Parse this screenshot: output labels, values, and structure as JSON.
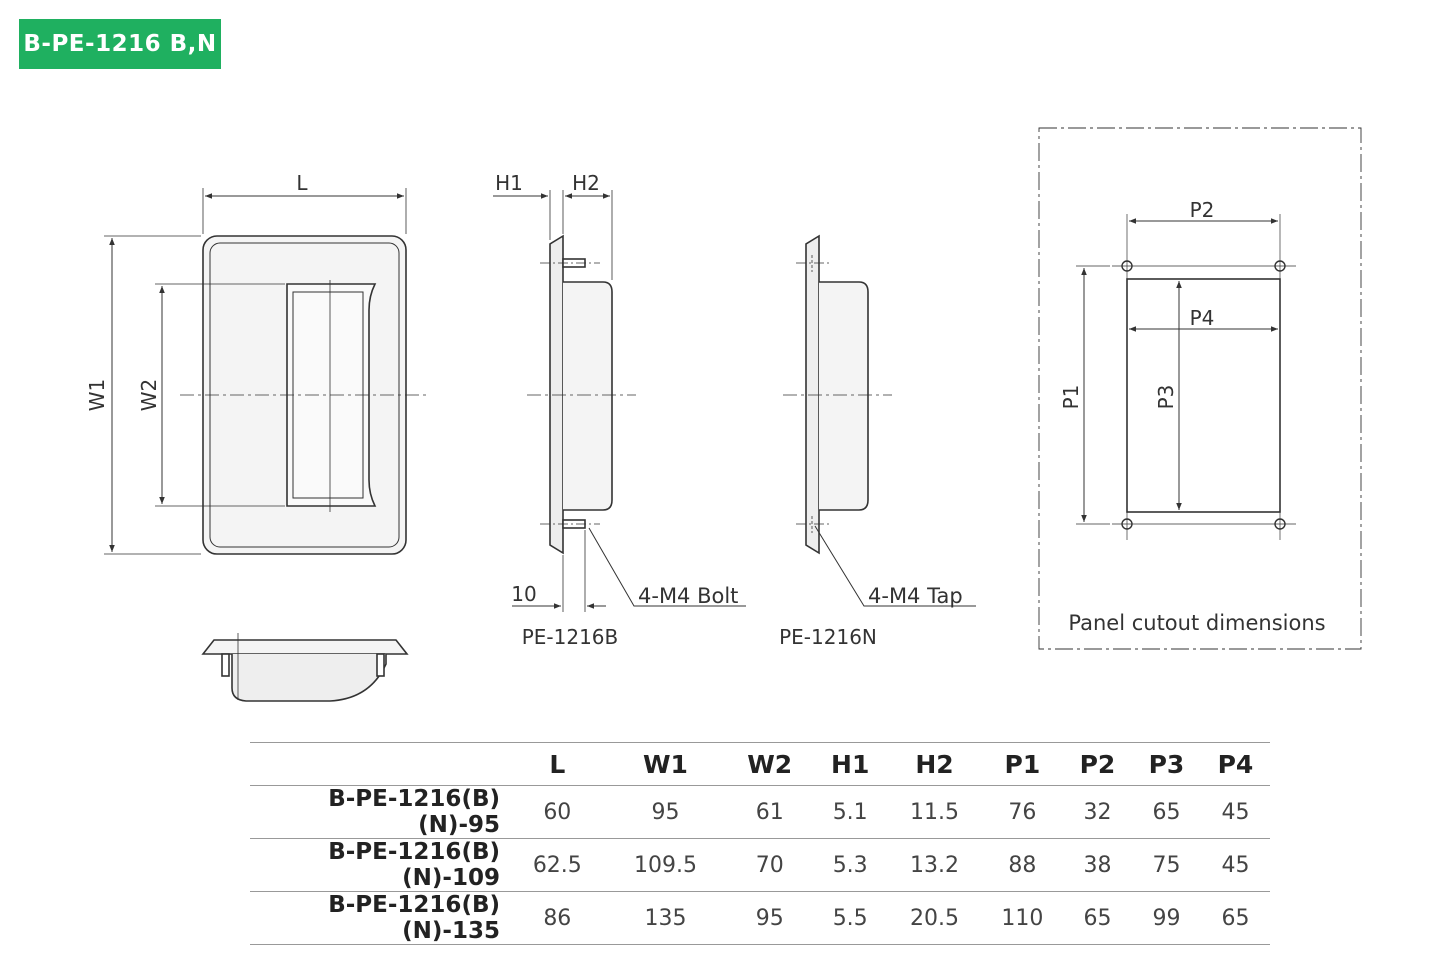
{
  "header": {
    "title": "B-PE-1216 B,N"
  },
  "labels": {
    "L": "L",
    "W1": "W1",
    "W2": "W2",
    "H1": "H1",
    "H2": "H2",
    "ten": "10",
    "bolt": "4-M4 Bolt",
    "tap": "4-M4 Tap",
    "pe_b": "PE-1216B",
    "pe_n": "PE-1216N",
    "P1": "P1",
    "P2": "P2",
    "P3": "P3",
    "P4": "P4",
    "cutout": "Panel cutout dimensions"
  },
  "table": {
    "headers": [
      "",
      "L",
      "W1",
      "W2",
      "H1",
      "H2",
      "P1",
      "P2",
      "P3",
      "P4"
    ],
    "rows": [
      [
        "B-PE-1216(B)(N)-95",
        "60",
        "95",
        "61",
        "5.1",
        "11.5",
        "76",
        "32",
        "65",
        "45"
      ],
      [
        "B-PE-1216(B)(N)-109",
        "62.5",
        "109.5",
        "70",
        "5.3",
        "13.2",
        "88",
        "38",
        "75",
        "45"
      ],
      [
        "B-PE-1216(B)(N)-135",
        "86",
        "135",
        "95",
        "5.5",
        "20.5",
        "110",
        "65",
        "99",
        "65"
      ]
    ]
  },
  "colors": {
    "badge": "#1fb060",
    "line": "#333333"
  }
}
